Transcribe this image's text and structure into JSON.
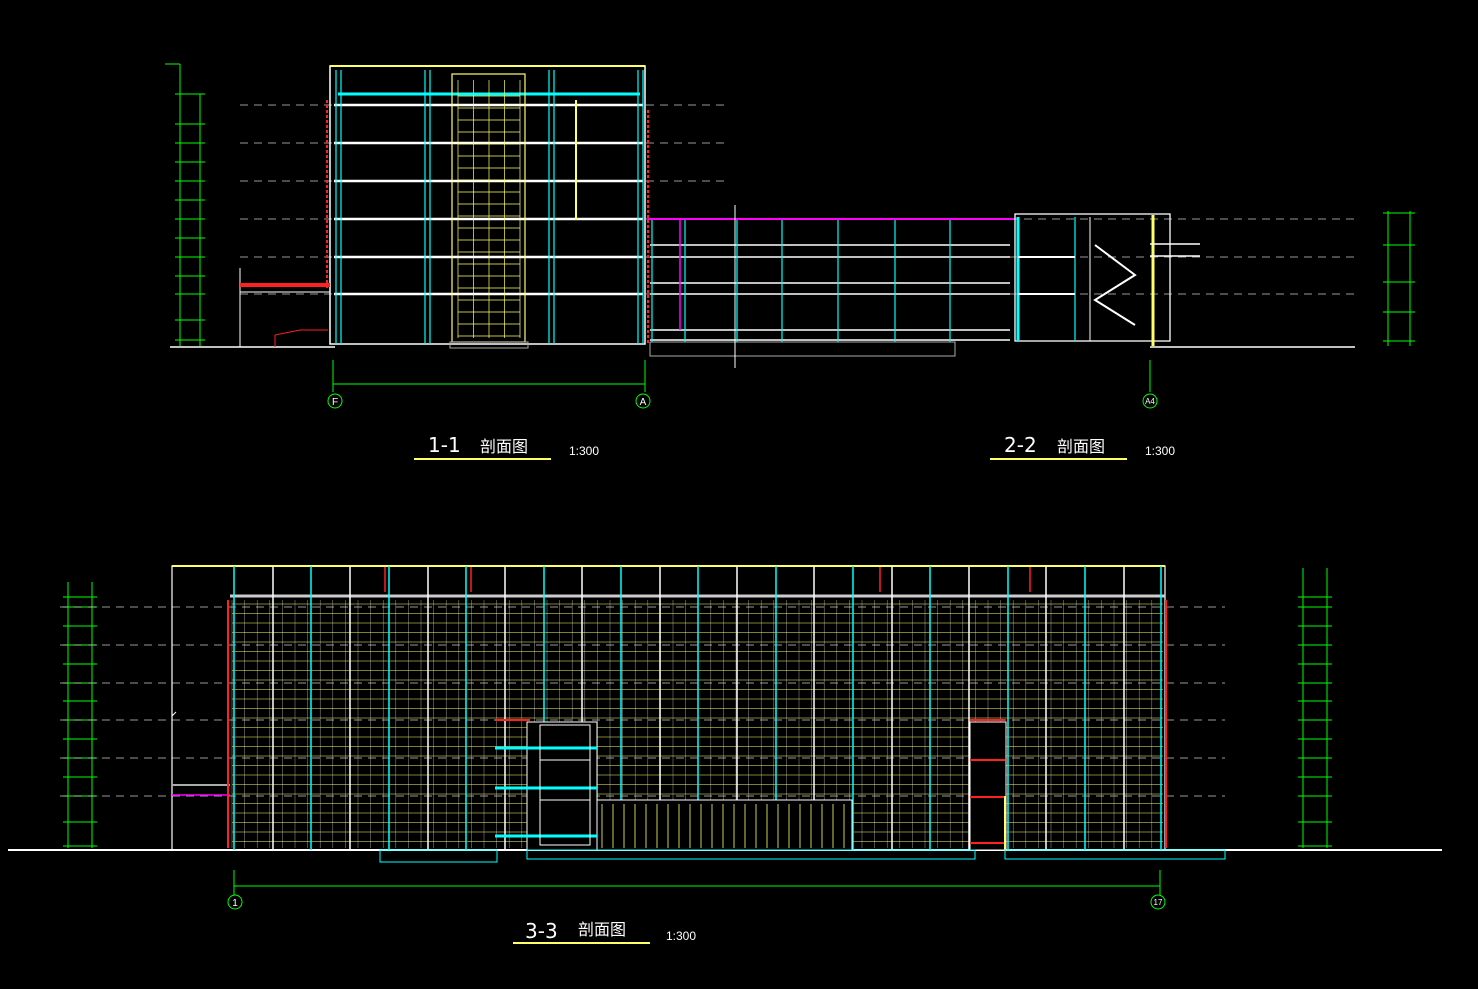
{
  "sections": [
    {
      "id": "1-1",
      "label": "1-1",
      "name": "剖面图",
      "scale": "1:300"
    },
    {
      "id": "2-2",
      "label": "2-2",
      "name": "剖面图",
      "scale": "1:300"
    },
    {
      "id": "3-3",
      "label": "3-3",
      "name": "剖面图",
      "scale": "1:300"
    }
  ],
  "axis_markers": {
    "top": [
      "F",
      "A",
      "A4"
    ],
    "bottom": [
      "1",
      "17"
    ]
  },
  "colors": {
    "background": "#000000",
    "cyan": "#00ffff",
    "yellow": "#ffff66",
    "white": "#ffffff",
    "green": "#00ff00",
    "magenta": "#ff00ff",
    "red": "#ff2020",
    "grey": "#9a9a9a"
  }
}
